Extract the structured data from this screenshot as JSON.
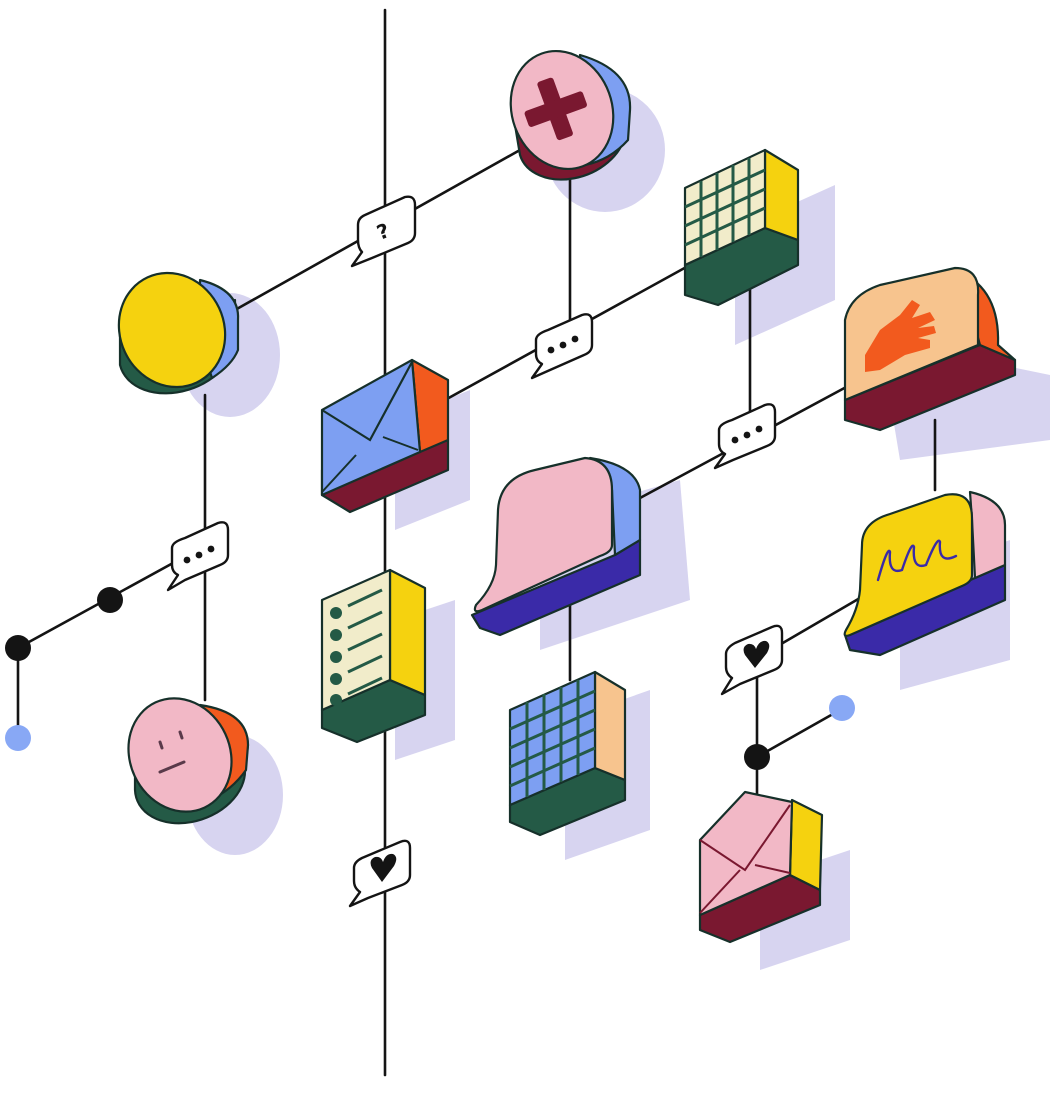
{
  "colors": {
    "background": "#ffffff",
    "line": "#141414",
    "shadow": "#d7d4f0",
    "pink": "#f2b8c6",
    "blue": "#7d9ff2",
    "yellow": "#f5d20f",
    "green": "#245a46",
    "maroon": "#7a1830",
    "orange": "#f25a1e",
    "peach": "#f7c48e",
    "cream": "#f1ecca",
    "indigo": "#3a2aa8",
    "dot_blue": "#88a8f5"
  },
  "nodes": [
    {
      "name": "yellow-disc-node",
      "icon": "disc-icon"
    },
    {
      "name": "error-disc-node",
      "icon": "close-icon"
    },
    {
      "name": "neutral-face-node",
      "icon": "neutral-face-icon"
    },
    {
      "name": "mail-envelope-node",
      "icon": "mail-icon"
    },
    {
      "name": "grid-calendar-node",
      "icon": "calendar-icon"
    },
    {
      "name": "hand-card-node",
      "icon": "hand-icon"
    },
    {
      "name": "chat-bubble-node",
      "icon": "chat-icon"
    },
    {
      "name": "checklist-node",
      "icon": "checklist-icon"
    },
    {
      "name": "blue-grid-node",
      "icon": "grid-icon"
    },
    {
      "name": "scribble-bubble-node",
      "icon": "scribble-icon"
    },
    {
      "name": "open-envelope-node",
      "icon": "open-mail-icon"
    }
  ],
  "connectors": [
    {
      "name": "question-bubble",
      "icon": "question-icon"
    },
    {
      "name": "typing-bubble",
      "icon": "ellipsis-icon"
    },
    {
      "name": "heart-bubble",
      "icon": "heart-icon"
    }
  ]
}
